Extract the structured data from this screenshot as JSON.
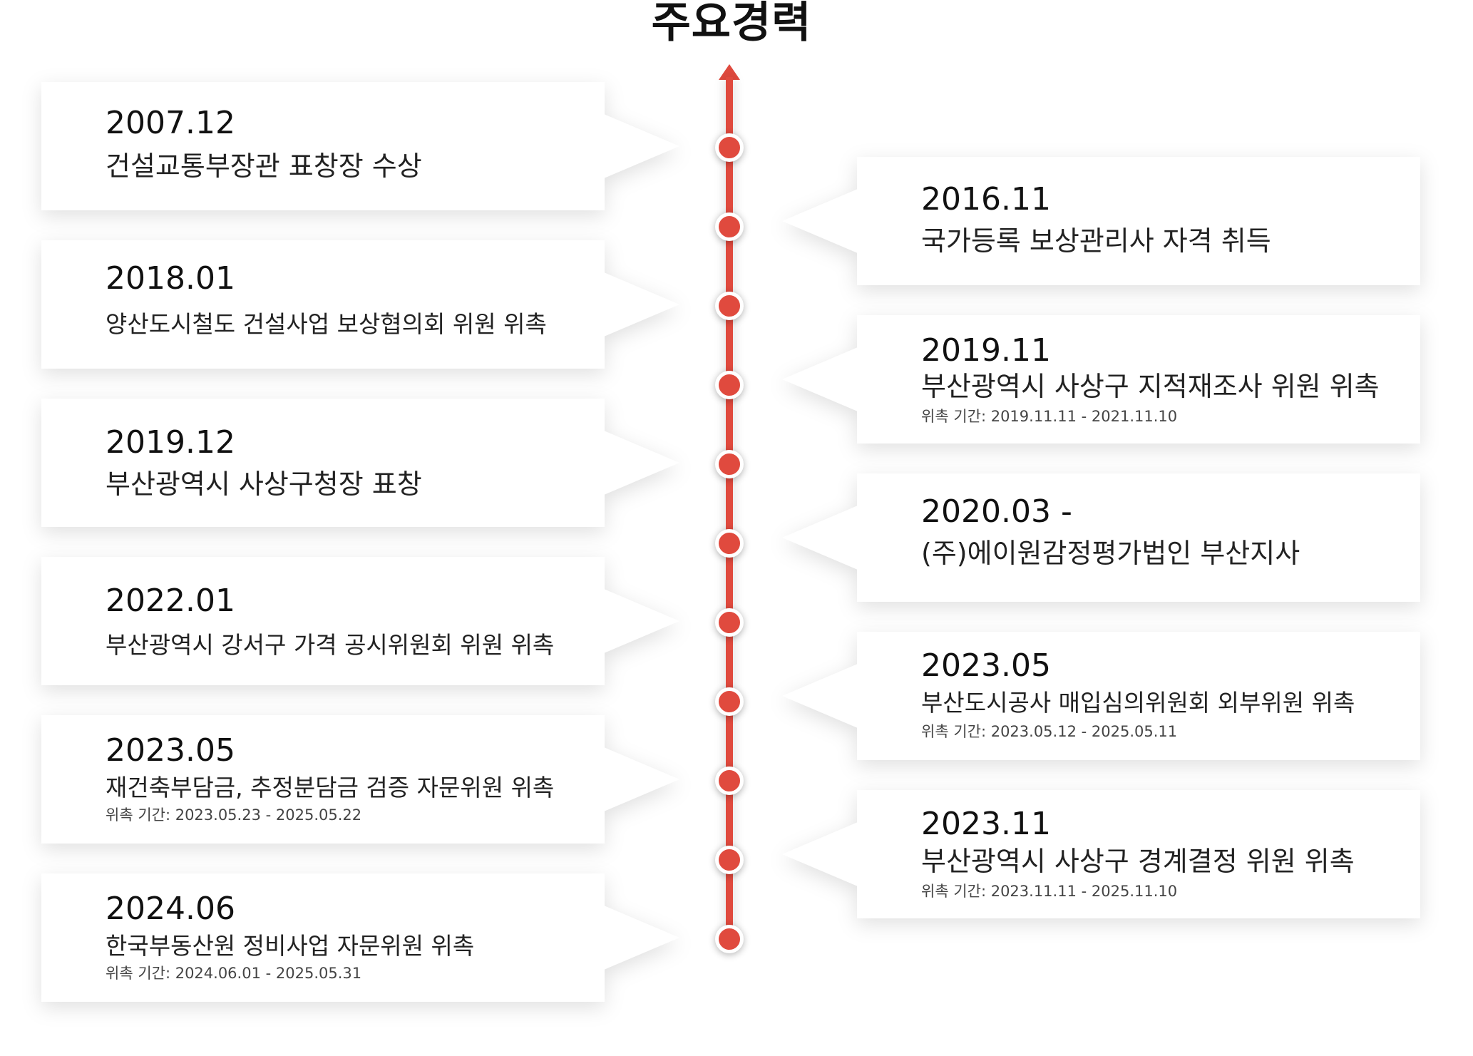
{
  "title": "주요경력",
  "accent_color": "#e04a3e",
  "left_items": [
    {
      "date": "2007.12",
      "desc": "건설교통부장관 표창장 수상",
      "period": ""
    },
    {
      "date": "2018.01",
      "desc": "양산도시철도 건설사업 보상협의회 위원 위촉",
      "period": ""
    },
    {
      "date": "2019.12",
      "desc": "부산광역시 사상구청장 표창",
      "period": ""
    },
    {
      "date": "2022.01",
      "desc": "부산광역시 강서구 가격 공시위원회 위원 위촉",
      "period": ""
    },
    {
      "date": "2023.05",
      "desc": "재건축부담금, 추정분담금 검증 자문위원 위촉",
      "period": "위촉 기간: 2023.05.23 - 2025.05.22"
    },
    {
      "date": "2024.06",
      "desc": "한국부동산원 정비사업 자문위원 위촉",
      "period": "위촉 기간: 2024.06.01 - 2025.05.31"
    }
  ],
  "right_items": [
    {
      "date": "2016.11",
      "desc": "국가등록 보상관리사 자격 취득",
      "period": ""
    },
    {
      "date": "2019.11",
      "desc": "부산광역시 사상구 지적재조사 위원 위촉",
      "period": "위촉 기간: 2019.11.11 - 2021.11.10"
    },
    {
      "date": "2020.03 -",
      "desc": "(주)에이원감정평가법인 부산지사",
      "period": ""
    },
    {
      "date": "2023.05",
      "desc": "부산도시공사 매입심의위원회 외부위원 위촉",
      "period": "위촉 기간: 2023.05.12 - 2025.05.11"
    },
    {
      "date": "2023.11",
      "desc": "부산광역시 사상구 경계결정 위원 위촉",
      "period": "위촉 기간: 2023.11.11 - 2025.11.10"
    }
  ]
}
